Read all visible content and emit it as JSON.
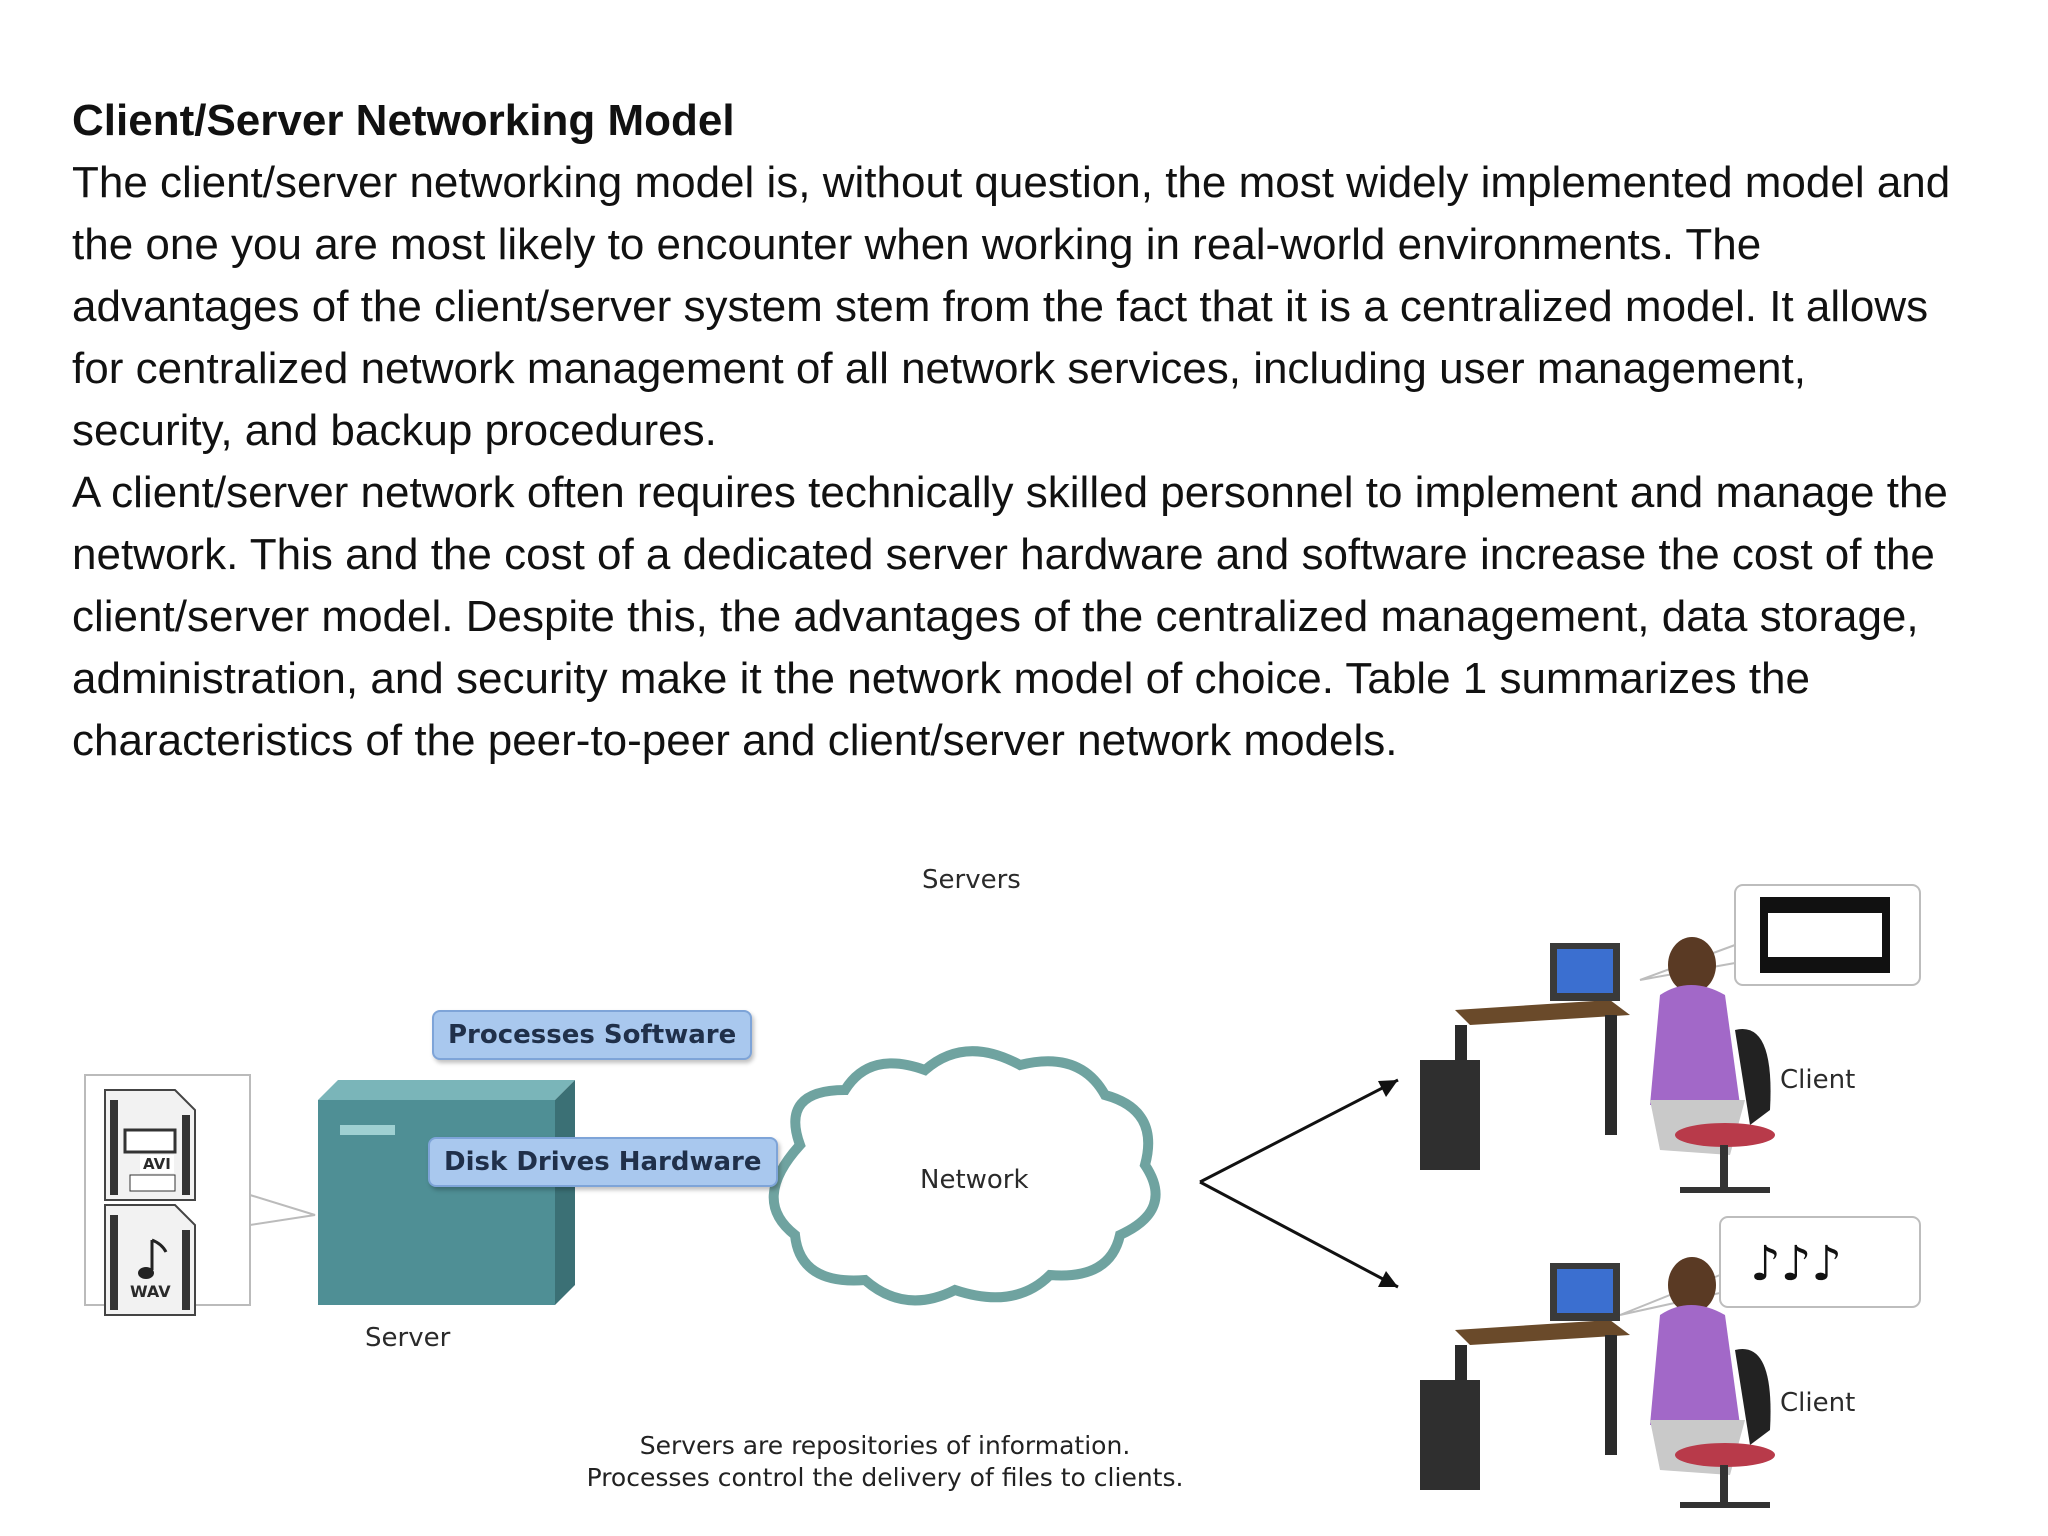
{
  "heading": "Client/Server Networking Model",
  "paragraphs": [
    "The client/server networking model is, without question, the most widely implemented model and the one you are most likely to encounter when working in real-world environments. The advantages of the client/server system stem from the fact that it is a centralized model. It allows for centralized network management of all network services, including user management, security, and backup procedures.",
    "A client/server network often requires technically skilled personnel to implement and manage the network. This and the cost of a dedicated server hardware and software increase the cost of the client/server model. Despite this, the advantages of the centralized management, data storage, administration, and security make it the network model of choice. Table 1 summarizes the characteristics of the peer-to-peer and client/server network models."
  ],
  "diagram": {
    "servers_label": "Servers",
    "processes_label": "Processes Software",
    "disk_label": "Disk Drives Hardware",
    "network_label": "Network",
    "server_label": "Server",
    "file_avi_label": "AVI",
    "file_wav_label": "WAV",
    "client_top_label": "Client",
    "client_bottom_label": "Client",
    "caption_line1": "Servers are repositories of information.",
    "caption_line2": "Processes control the delivery of files to clients."
  },
  "colors": {
    "server_body": "#4f8f95",
    "cloud_stroke": "#6fa3a0",
    "person_shirt": "#a268c8",
    "pill_fill": "#a9c8ee"
  }
}
